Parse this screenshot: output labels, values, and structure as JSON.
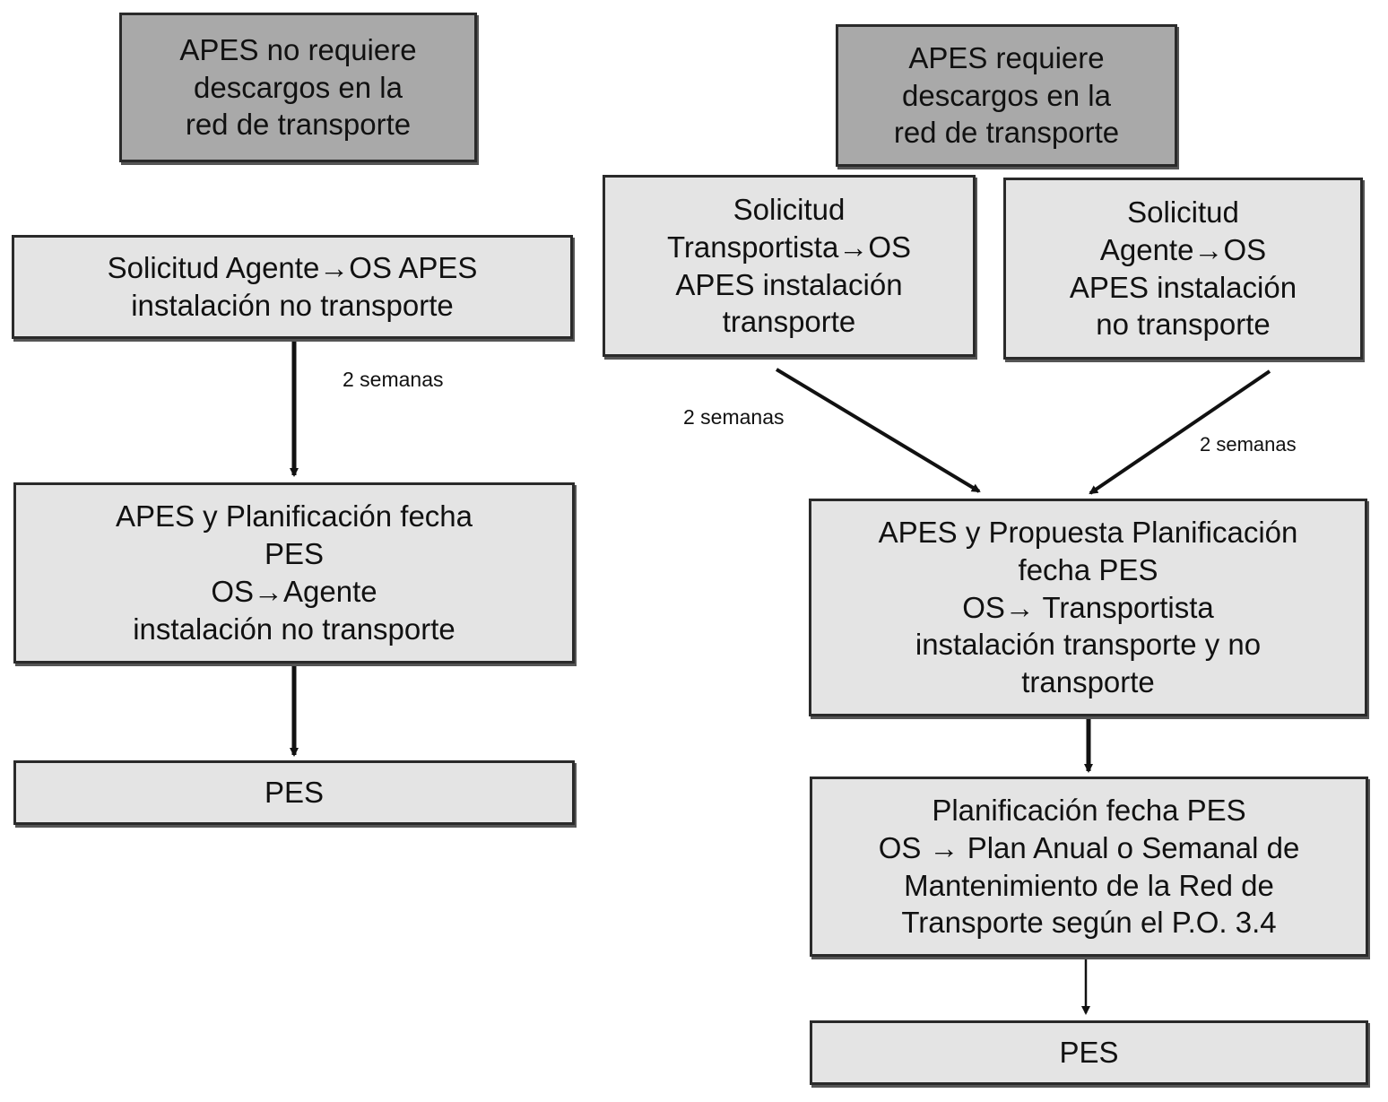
{
  "left": {
    "header": [
      "APES no requiere",
      "descargos en la",
      "red de transporte"
    ],
    "request": [
      "Solicitud Agente→OS APES",
      "instalación no transporte"
    ],
    "delay": "2 semanas",
    "planning": [
      "APES y Planificación fecha",
      "PES",
      "OS→Agente",
      "instalación no transporte"
    ],
    "result": "PES"
  },
  "right": {
    "header": [
      "APES requiere",
      "descargos en la",
      "red de transporte"
    ],
    "request_transportista": [
      "Solicitud",
      "Transportista→OS",
      "APES instalación",
      "transporte"
    ],
    "request_agente": [
      "Solicitud",
      "Agente→OS",
      "APES instalación",
      "no transporte"
    ],
    "delay_left": "2 semanas",
    "delay_right": "2 semanas",
    "proposal": [
      "APES y Propuesta Planificación",
      "fecha PES",
      "OS→ Transportista",
      "instalación transporte y no",
      "transporte"
    ],
    "planning": [
      "Planificación fecha PES",
      "OS → Plan Anual o Semanal de",
      "Mantenimiento de la Red de",
      "Transporte según el P.O. 3.4"
    ],
    "result": "PES"
  }
}
